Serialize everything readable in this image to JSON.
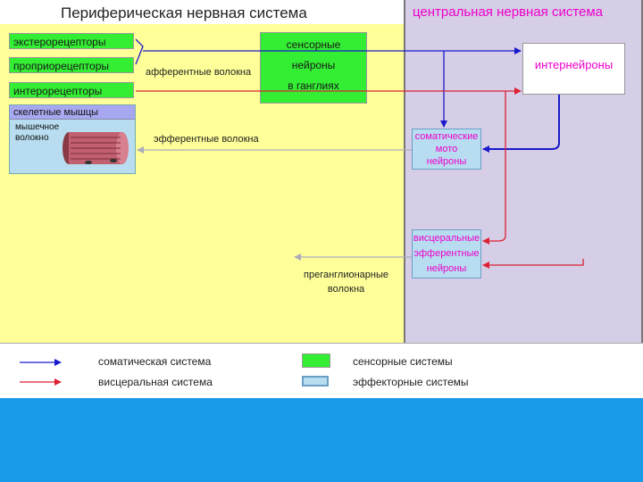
{
  "titles": {
    "peripheral": "Периферическая нервная система",
    "central": "центральная нервная система"
  },
  "receptors": {
    "extero": "экстерорецепторы",
    "proprio": "проприорецепторы",
    "intero": "интерорецепторы"
  },
  "sensory_neurons": [
    "сенсорные",
    "нейроны",
    "в ганглиях"
  ],
  "afferent_label": "афферентные волокна",
  "muscle": {
    "header": "скелетные мышцы",
    "text_line1": "мышечное",
    "text_line2": "волокно"
  },
  "efferent_label": "эфферентные волокна",
  "interneurons": "интернейроны",
  "somatic_motor": [
    "соматические",
    "мото",
    "нейроны"
  ],
  "visceral_efferent": [
    "висцеральные",
    "эфферентные",
    "нейроны"
  ],
  "preganglionic": [
    "преганглионарные",
    "волокна"
  ],
  "legend": {
    "somatic": "соматическая система",
    "visceral": "висцеральная система",
    "sensory": "сенсорные системы",
    "effector": "эффекторные системы"
  },
  "colors": {
    "somatic_arrow": "#1a1acc",
    "visceral_arrow": "#dd2233",
    "sensory_fill": "#33ee33",
    "effector_fill": "#b8ddf0"
  }
}
